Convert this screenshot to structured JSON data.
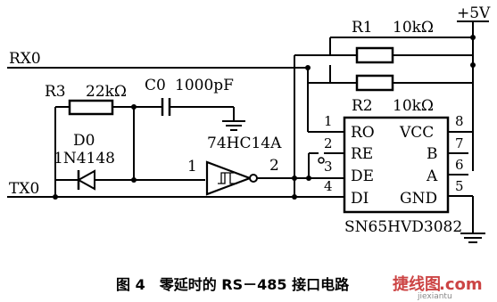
{
  "circuit": {
    "supply": "+5V",
    "r1": {
      "ref": "R1",
      "value": "10kΩ"
    },
    "r2": {
      "ref": "R2",
      "value": "10kΩ"
    },
    "r3": {
      "ref": "R3",
      "value": "22kΩ"
    },
    "c0": {
      "ref": "C0",
      "value": "1000pF"
    },
    "d0": {
      "ref": "D0",
      "part": "1N4148"
    },
    "inverter": {
      "part": "74HC14A",
      "pin_in": "1",
      "pin_out": "2"
    },
    "nets": {
      "rx": "RX0",
      "tx": "TX0"
    },
    "ic": {
      "part": "SN65HVD3082",
      "left_pins": [
        {
          "num": "1",
          "name": "RO"
        },
        {
          "num": "2",
          "name": "RE"
        },
        {
          "num": "3",
          "name": "DE"
        },
        {
          "num": "4",
          "name": "DI"
        }
      ],
      "right_pins": [
        {
          "num": "8",
          "name": "VCC"
        },
        {
          "num": "7",
          "name": "B"
        },
        {
          "num": "6",
          "name": "A"
        },
        {
          "num": "5",
          "name": "GND"
        }
      ]
    }
  },
  "caption": "图 4　零延时的 RS－485 接口电路",
  "watermark": {
    "brand": "捷线图",
    "domain": ".com",
    "url": "jiexiantu"
  }
}
